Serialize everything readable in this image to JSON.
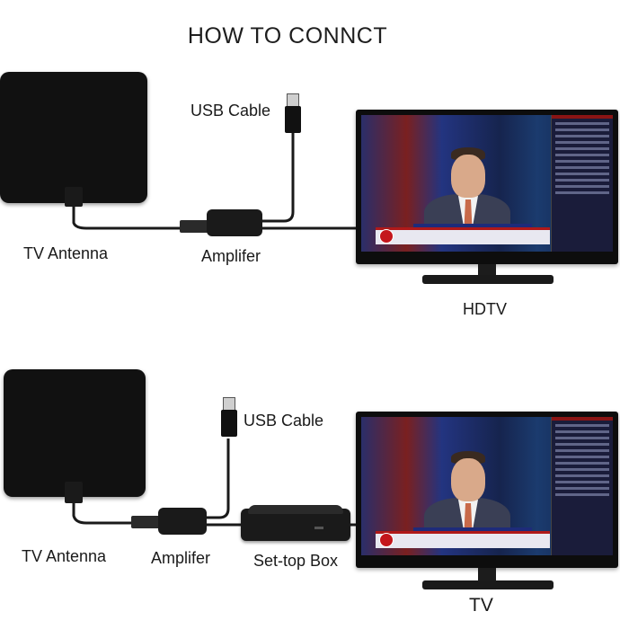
{
  "title": "HOW TO CONNCT",
  "diagram_top": {
    "antenna_label": "TV Antenna",
    "usb_label": "USB Cable",
    "amplifier_label": "Amplifer",
    "tv_label": "HDTV"
  },
  "diagram_bottom": {
    "antenna_label": "TV Antenna",
    "usb_label": "USB Cable",
    "amplifier_label": "Amplifer",
    "settop_label": "Set-top Box",
    "tv_label": "TV"
  },
  "colors": {
    "device": "#111111",
    "cable": "#1a1a1a",
    "background": "#ffffff"
  }
}
